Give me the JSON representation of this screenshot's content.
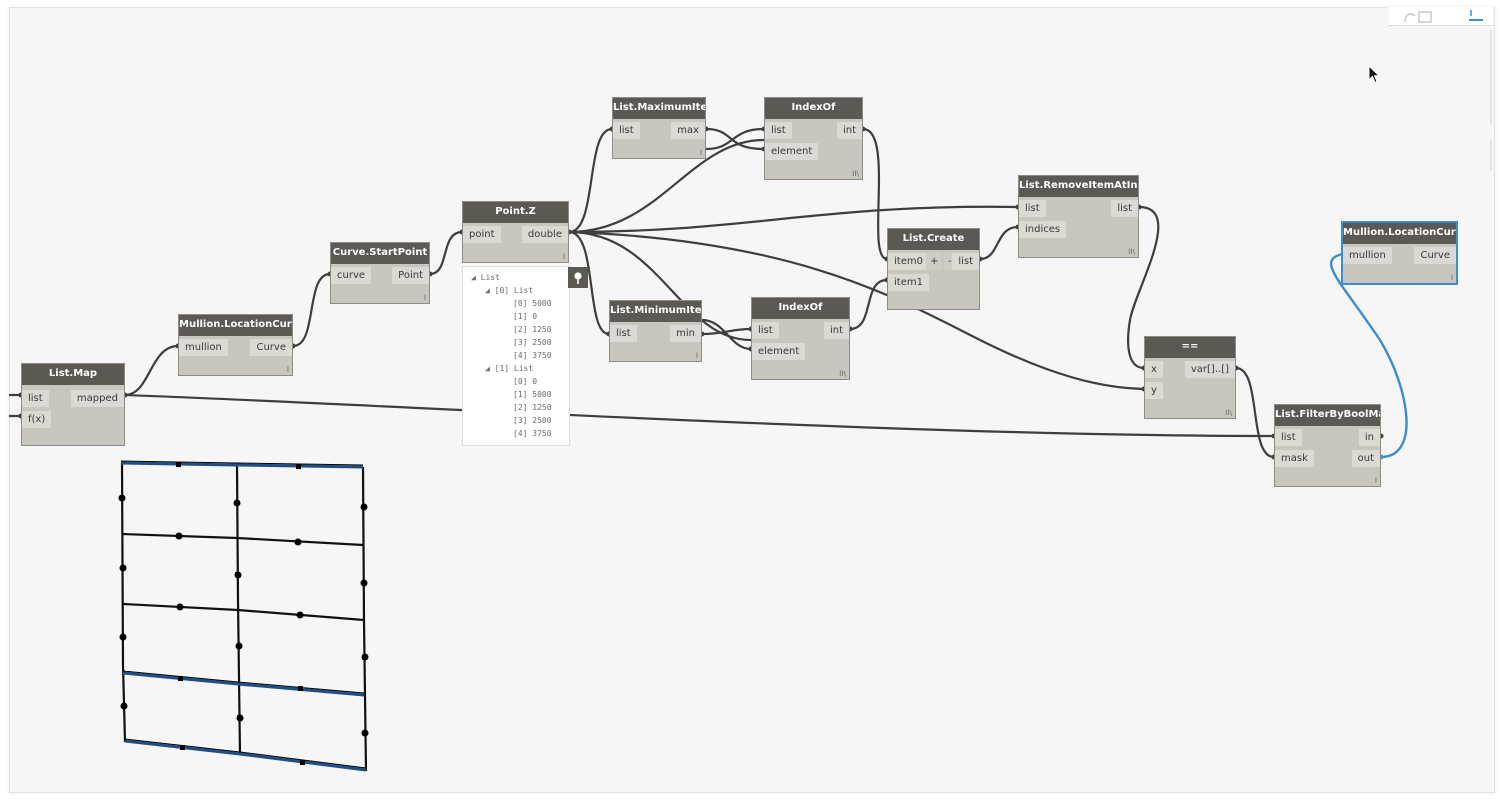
{
  "colors": {
    "canvas": "#f6f6f6",
    "node_header": "#5c5955",
    "node_body": "#c9c5bf",
    "wire": "#3e3e3e",
    "selected_wire": "#3c8dcd"
  },
  "nodes": {
    "list_map": {
      "title": "List.Map",
      "inputs": [
        "list",
        "f(x)"
      ],
      "outputs": [
        "mapped"
      ]
    },
    "mullion_curve_1": {
      "title": "Mullion.LocationCurve",
      "inputs": [
        "mullion"
      ],
      "outputs": [
        "Curve"
      ],
      "lacing": "l"
    },
    "curve_startpoint": {
      "title": "Curve.StartPoint",
      "inputs": [
        "curve"
      ],
      "outputs": [
        "Point"
      ],
      "lacing": "l"
    },
    "point_z": {
      "title": "Point.Z",
      "inputs": [
        "point"
      ],
      "outputs": [
        "double"
      ],
      "lacing": "l"
    },
    "list_maximum": {
      "title": "List.MaximumItem",
      "inputs": [
        "list"
      ],
      "outputs": [
        "max"
      ],
      "lacing": "l"
    },
    "list_minimum": {
      "title": "List.MinimumItem",
      "inputs": [
        "list"
      ],
      "outputs": [
        "min"
      ],
      "lacing": "l"
    },
    "indexof_1": {
      "title": "IndexOf",
      "inputs": [
        "list",
        "element"
      ],
      "outputs": [
        "int"
      ],
      "lacing": "l l \\"
    },
    "indexof_2": {
      "title": "IndexOf",
      "inputs": [
        "list",
        "element"
      ],
      "outputs": [
        "int"
      ],
      "lacing": "l l \\"
    },
    "list_create": {
      "title": "List.Create",
      "inputs": [
        "item0",
        "item1"
      ],
      "outputs": [
        "list"
      ],
      "add": "+",
      "remove": "-"
    },
    "list_remove": {
      "title": "List.RemoveItemAtIndex",
      "inputs": [
        "list",
        "indices"
      ],
      "outputs": [
        "list"
      ],
      "lacing": "l l \\"
    },
    "equals": {
      "title": "==",
      "inputs": [
        "x",
        "y"
      ],
      "outputs": [
        "var[]..[]"
      ],
      "lacing": "l l \\"
    },
    "filter": {
      "title": "List.FilterByBoolMask",
      "inputs": [
        "list",
        "mask"
      ],
      "outputs": [
        "in",
        "out"
      ],
      "lacing": "l"
    },
    "mullion_curve_2": {
      "title": "Mullion.LocationCurve",
      "inputs": [
        "mullion"
      ],
      "outputs": [
        "Curve"
      ],
      "lacing": "l"
    }
  },
  "preview": {
    "root": "List",
    "lists": [
      {
        "label": "[0] List",
        "items": [
          {
            "i": "[0]",
            "v": "5000"
          },
          {
            "i": "[1]",
            "v": "0"
          },
          {
            "i": "[2]",
            "v": "1250"
          },
          {
            "i": "[3]",
            "v": "2500"
          },
          {
            "i": "[4]",
            "v": "3750"
          }
        ]
      },
      {
        "label": "[1] List",
        "items": [
          {
            "i": "[0]",
            "v": "0"
          },
          {
            "i": "[1]",
            "v": "5000"
          },
          {
            "i": "[2]",
            "v": "1250"
          },
          {
            "i": "[3]",
            "v": "2500"
          },
          {
            "i": "[4]",
            "v": "3750"
          }
        ]
      }
    ]
  },
  "icons": {
    "pin": "pin-icon",
    "cursor": "mouse-pointer-icon",
    "expand": "triangle-expand-icon"
  }
}
